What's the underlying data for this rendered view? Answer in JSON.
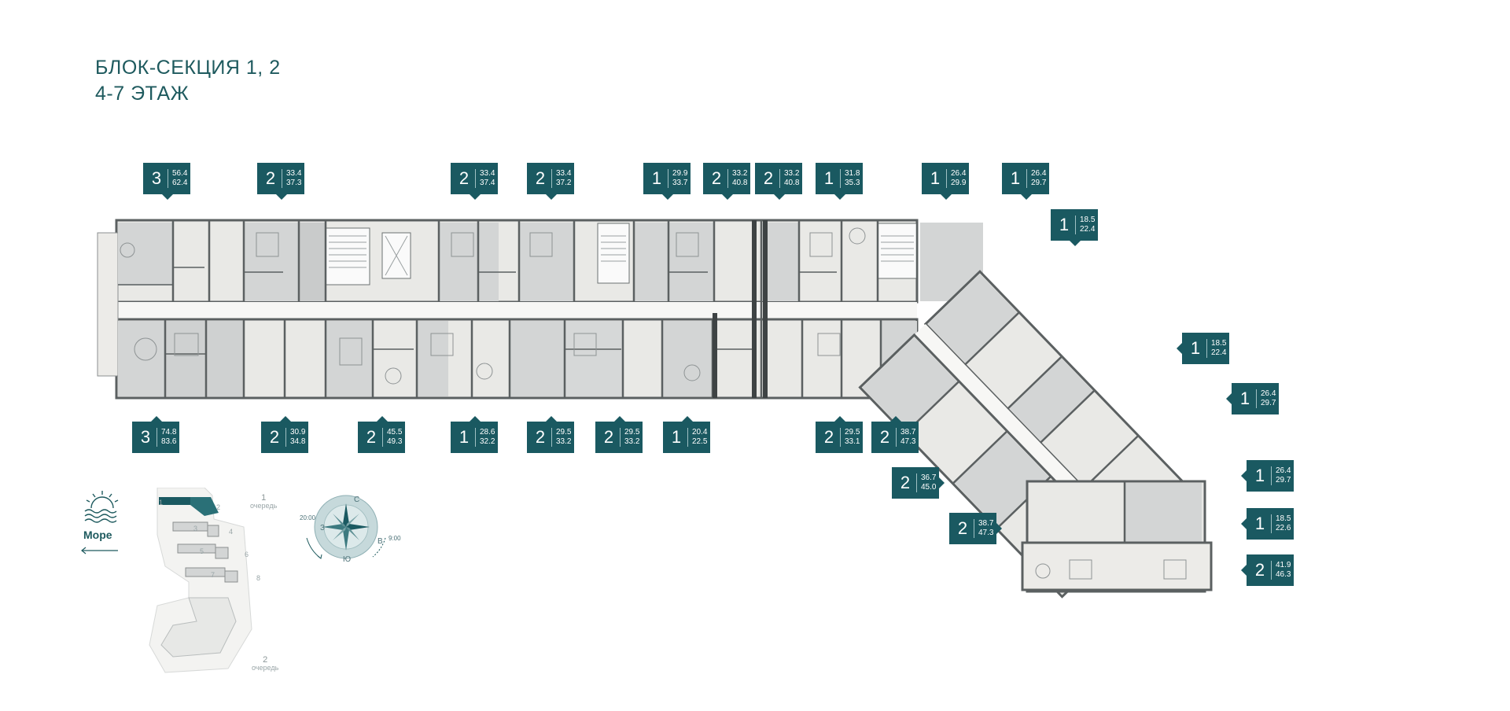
{
  "header": {
    "line1": "БЛОК-СЕКЦИЯ 1, 2",
    "line2": "4-7 ЭТАЖ"
  },
  "colors": {
    "accent": "#1a5961",
    "title": "#1e5a5e",
    "unit_dark": "#d4d6d6",
    "unit_light": "#ececea",
    "wall": "#5b6061"
  },
  "apartments": [
    {
      "rooms": "3",
      "area1": "56.4",
      "area2": "62.4"
    },
    {
      "rooms": "2",
      "area1": "33.4",
      "area2": "37.3"
    },
    {
      "rooms": "2",
      "area1": "33.4",
      "area2": "37.4"
    },
    {
      "rooms": "2",
      "area1": "33.4",
      "area2": "37.2"
    },
    {
      "rooms": "1",
      "area1": "29.9",
      "area2": "33.7"
    },
    {
      "rooms": "2",
      "area1": "33.2",
      "area2": "40.8"
    },
    {
      "rooms": "2",
      "area1": "33.2",
      "area2": "40.8"
    },
    {
      "rooms": "1",
      "area1": "31.8",
      "area2": "35.3"
    },
    {
      "rooms": "1",
      "area1": "26.4",
      "area2": "29.9"
    },
    {
      "rooms": "1",
      "area1": "26.4",
      "area2": "29.7"
    },
    {
      "rooms": "1",
      "area1": "18.5",
      "area2": "22.4"
    },
    {
      "rooms": "1",
      "area1": "18.5",
      "area2": "22.4"
    },
    {
      "rooms": "1",
      "area1": "26.4",
      "area2": "29.7"
    },
    {
      "rooms": "1",
      "area1": "26.4",
      "area2": "29.7"
    },
    {
      "rooms": "1",
      "area1": "18.5",
      "area2": "22.6"
    },
    {
      "rooms": "2",
      "area1": "41.9",
      "area2": "46.3"
    },
    {
      "rooms": "3",
      "area1": "74.8",
      "area2": "83.6"
    },
    {
      "rooms": "2",
      "area1": "30.9",
      "area2": "34.8"
    },
    {
      "rooms": "2",
      "area1": "45.5",
      "area2": "49.3"
    },
    {
      "rooms": "1",
      "area1": "28.6",
      "area2": "32.2"
    },
    {
      "rooms": "2",
      "area1": "29.5",
      "area2": "33.2"
    },
    {
      "rooms": "2",
      "area1": "29.5",
      "area2": "33.2"
    },
    {
      "rooms": "1",
      "area1": "20.4",
      "area2": "22.5"
    },
    {
      "rooms": "2",
      "area1": "29.5",
      "area2": "33.1"
    },
    {
      "rooms": "2",
      "area1": "38.7",
      "area2": "47.3"
    },
    {
      "rooms": "2",
      "area1": "36.7",
      "area2": "45.0"
    },
    {
      "rooms": "2",
      "area1": "38.7",
      "area2": "47.3"
    }
  ],
  "legend": {
    "sea": "Море",
    "sea_icon": "sun-over-waves-icon",
    "stage1_num": "1",
    "stage1_word": "очередь",
    "stage2_num": "2",
    "stage2_word": "очередь",
    "blocks": [
      "1",
      "2",
      "3",
      "4",
      "5",
      "6",
      "7",
      "8"
    ]
  },
  "compass": {
    "north": "С",
    "south": "Ю",
    "west": "З",
    "east": "В",
    "time_left": "20:00",
    "time_right": "9:00"
  }
}
